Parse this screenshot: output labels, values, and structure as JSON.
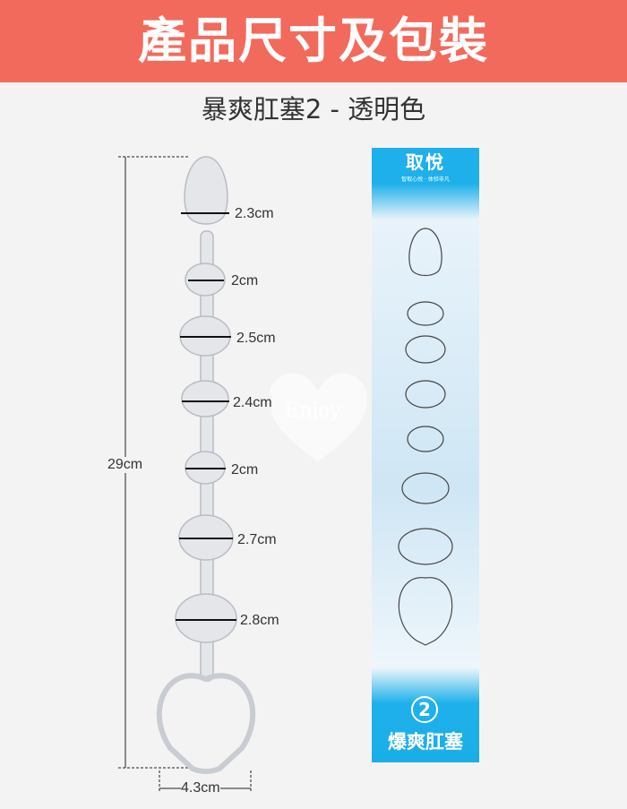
{
  "header": {
    "title": "產品尺寸及包裝"
  },
  "subtitle": "暴爽肛塞2 - 透明色",
  "dimensions": {
    "beads": [
      "2.3cm",
      "2cm",
      "2.5cm",
      "2.4cm",
      "2cm",
      "2.7cm",
      "2.8cm"
    ],
    "length": "29cm",
    "ring_width": "4.3cm"
  },
  "package": {
    "logo": "取悅",
    "slogan": "智取心悦 · 体验非凡",
    "number": "2",
    "name": "爆爽肛塞"
  },
  "watermark": "Enjoy"
}
